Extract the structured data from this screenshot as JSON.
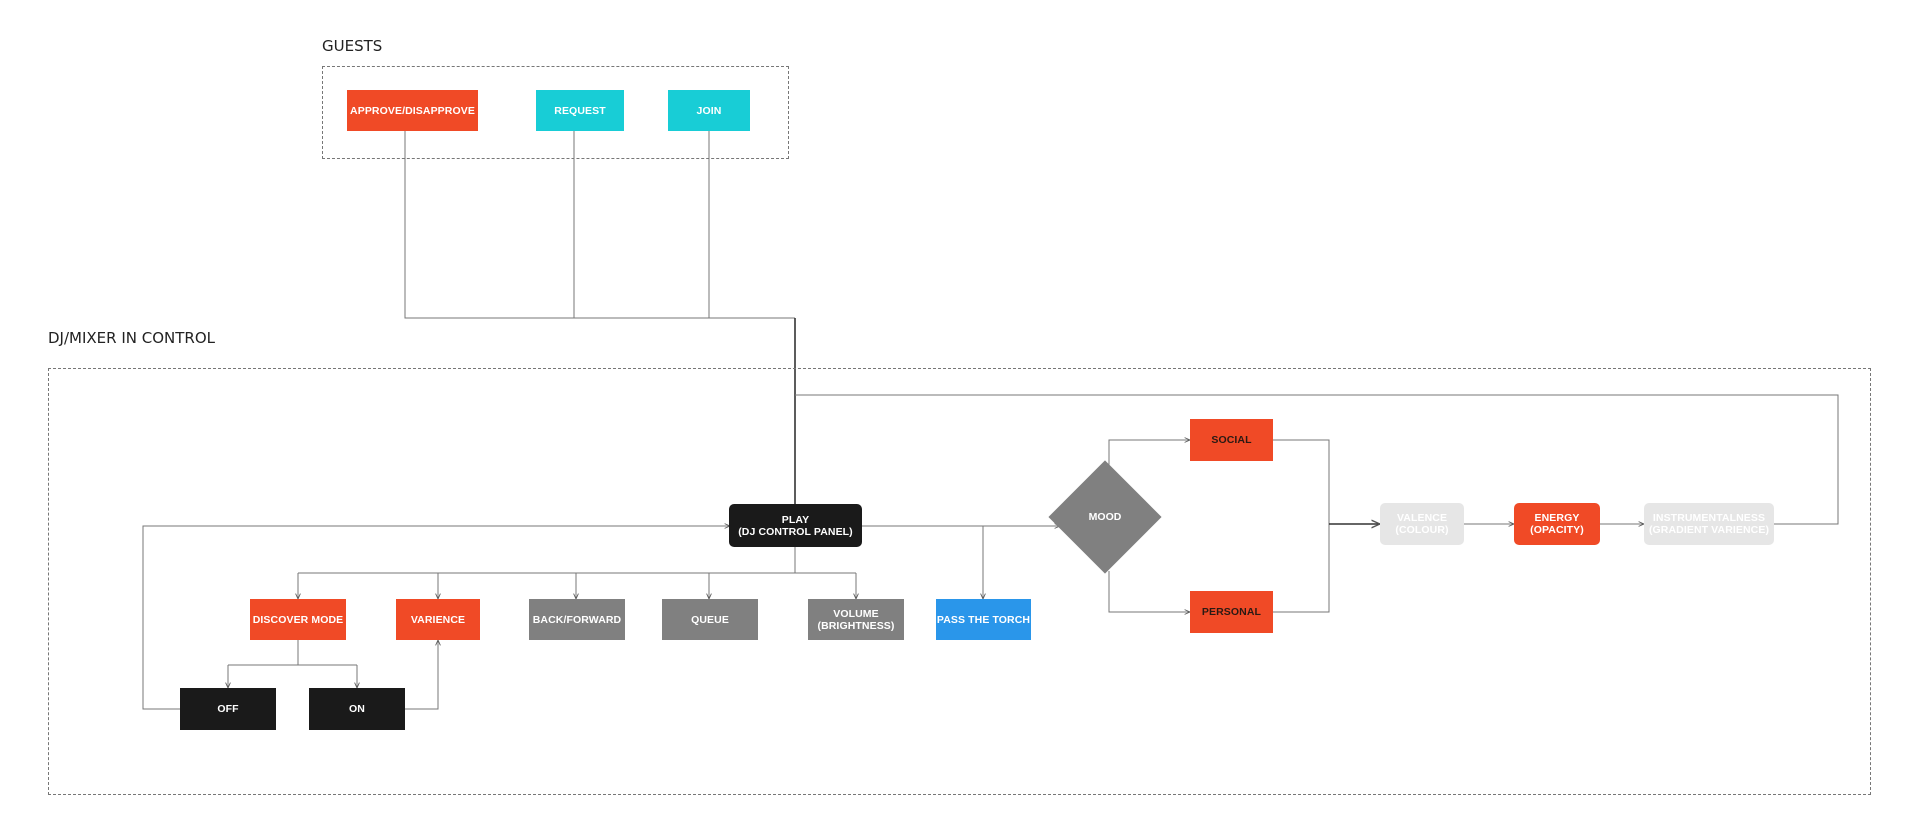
{
  "guests": {
    "title": "GUESTS",
    "approve": "APPROVE/DISAPPROVE",
    "request": "REQUEST",
    "join": "JOIN"
  },
  "dj": {
    "title": "DJ/MIXER IN CONTROL",
    "play": {
      "line1": "PLAY",
      "line2": "(DJ CONTROL PANEL)"
    },
    "discover_mode": "DISCOVER MODE",
    "varience": "VARIENCE",
    "back_forward": "BACK/FORWARD",
    "queue": "QUEUE",
    "volume": {
      "line1": "VOLUME",
      "line2": "(BRIGHTNESS)"
    },
    "pass_the_torch": "PASS THE TORCH",
    "off": "OFF",
    "on": "ON",
    "mood": "MOOD",
    "social": "SOCIAL",
    "personal": "PERSONAL",
    "valence": {
      "line1": "VALENCE",
      "line2": "(COLOUR)"
    },
    "energy": {
      "line1": "ENERGY",
      "line2": "(OPACITY)"
    },
    "instrumentalness": {
      "line1": "INSTRUMENTALNESS",
      "line2": "(GRADIENT VARIENCE)"
    }
  },
  "colors": {
    "orange": "#f04a26",
    "cyan": "#18cdd6",
    "black": "#1a1a1a",
    "grey": "#808080",
    "blue": "#2a96ea",
    "faded": "#e6e6e6"
  }
}
